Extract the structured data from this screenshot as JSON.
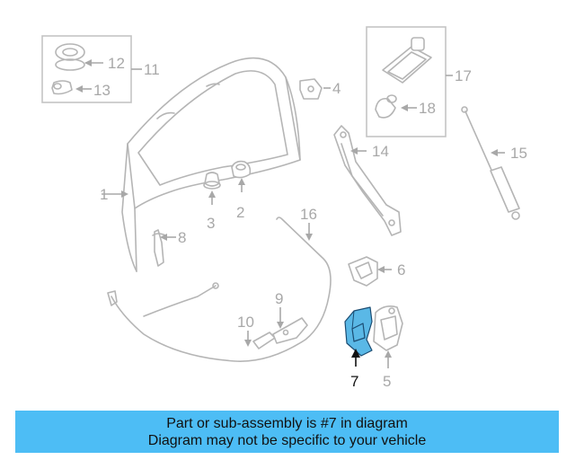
{
  "callouts": {
    "c1": "1",
    "c2": "2",
    "c3": "3",
    "c4": "4",
    "c5": "5",
    "c6": "6",
    "c7": "7",
    "c8": "8",
    "c9": "9",
    "c10": "10",
    "c11": "11",
    "c12": "12",
    "c13": "13",
    "c14": "14",
    "c15": "15",
    "c16": "16",
    "c17": "17",
    "c18": "18"
  },
  "highlighted_part": "7",
  "colors": {
    "highlight": "#5ab8e6",
    "banner": "#4dbdf5",
    "linework": "#b5b5b5"
  },
  "banner": {
    "line1": "Part or sub-assembly is #7 in diagram",
    "line2": "Diagram may not be specific to your vehicle"
  }
}
